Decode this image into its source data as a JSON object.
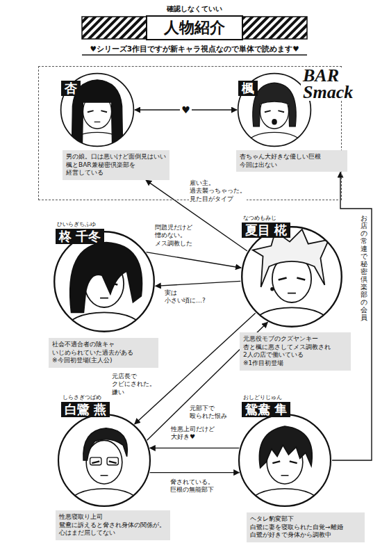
{
  "diagram": {
    "title": "人物紹介",
    "nodes": [
      {
        "text": [
          "BAR Smack"
        ]
      },
      {
        "text": [
          "杏",
          "男の娘。口は悪いけど面倒見はいい 楓とBAR兼秘密倶楽部を 経営している"
        ],
        "in": 0
      },
      {
        "text": [
          "楓",
          "杏ちゃん大好きな優しい巨根 今回は出ない"
        ],
        "in": 0
      },
      {
        "text": [
          "ひいらぎちふゆ",
          "柊 千冬",
          "社会不適合者の陰キャ いじめられていた過去がある ※今回初登場(主人公)"
        ]
      },
      {
        "text": [
          "なつめもみじ",
          "夏目 椛",
          "元悪役モブのクズヤンキー 杏と楓に悪さしてメス調教され 2人の店で働いている ※1作目初登場"
        ]
      },
      {
        "text": [
          "しらさぎつばめ",
          "白鷺 燕",
          "性悪寝取り上司 鴛鴦に訴えると脅され身体の関係が。 心はまだ屈してない"
        ]
      },
      {
        "text": [
          "おしどりじゅん",
          "鴛鴦 隼",
          "ヘタレ豹変部下 白鷺に妻を寝取られた自覚→離婚 白鷺が好きで身体から調教中"
        ]
      }
    ],
    "edges": [
      {
        "from": 1,
        "to": 2,
        "label": "♥",
        "arrow": "both"
      },
      {
        "from": 4,
        "to": 1,
        "label": "雇い主。 過去襲っちゃった。 見た目がタイプ",
        "arrow": "to"
      },
      {
        "from": 3,
        "to": 4,
        "label": "問題児だけど 憎めない。 メス調教した",
        "arrow": "to"
      },
      {
        "from": 4,
        "to": 3,
        "label": "実は 小さい頃に…?",
        "arrow": "to"
      },
      {
        "from": 4,
        "to": 5,
        "label": "元店長で クビにされた。 嫌い",
        "arrow": "to"
      },
      {
        "from": 5,
        "to": 4,
        "label": "元部下で 殴られた恨み",
        "arrow": "to"
      },
      {
        "from": 6,
        "to": 5,
        "label": "性悪上司だけど 大好き♥",
        "arrow": "to"
      },
      {
        "from": 5,
        "to": 6,
        "label": "脅されている。 巨根の無能部下",
        "arrow": "to"
      },
      {
        "from": 6,
        "to": 2,
        "label": "お店の常連で 秘密倶楽部の会員",
        "arrow": "to"
      }
    ],
    "labels": [
      "確認しなくていい",
      "♥シリーズ3作目ですが新キャラ視点なので単体で読めます♥"
    ]
  }
}
